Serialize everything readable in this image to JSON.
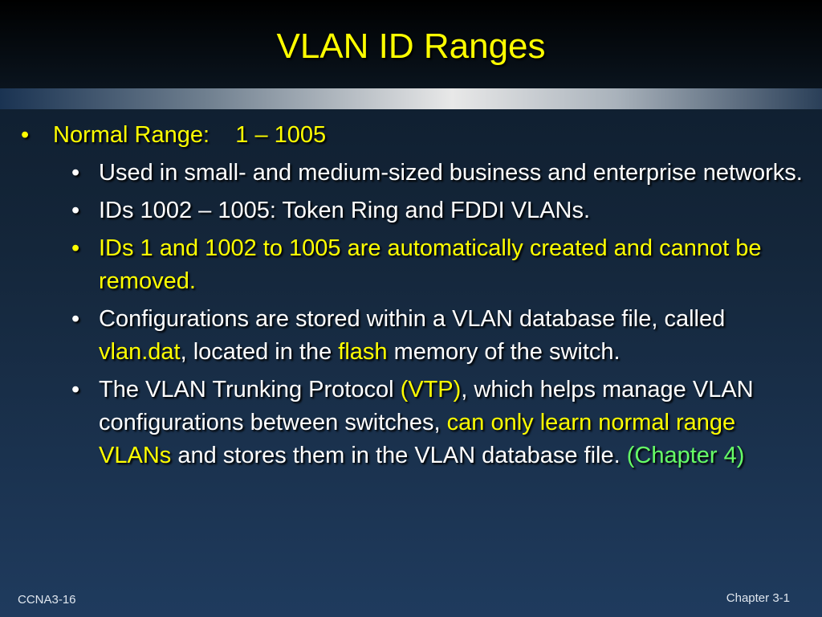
{
  "slide": {
    "title": "VLAN ID Ranges",
    "footer_left": "CCNA3-16",
    "footer_right": "Chapter 3-1",
    "bullet_char": "•"
  },
  "content": {
    "main_bullet": {
      "label": "Normal Range:",
      "range": "1  –  1005"
    },
    "sub_bullets": [
      {
        "parts": [
          "Used in small- and medium-sized business and enterprise networks."
        ]
      },
      {
        "parts": [
          "IDs 1002 – 1005:  Token Ring and FDDI VLANs."
        ]
      },
      {
        "parts": [
          "IDs 1 and 1002 to 1005 are automatically created and cannot be removed."
        ]
      },
      {
        "parts": [
          "Configurations are stored within a VLAN database file, called ",
          "vlan.dat",
          ", located in the ",
          "flash",
          " memory of the switch."
        ]
      },
      {
        "parts": [
          "The VLAN Trunking Protocol ",
          "(VTP)",
          ", which helps manage VLAN configurations between switches, ",
          "can only learn normal range VLANs",
          " and stores them in the VLAN database file. ",
          "(Chapter 4)"
        ]
      }
    ]
  },
  "colors": {
    "highlight": "#ffff00",
    "reference": "#66ff66",
    "text": "#ffffff"
  }
}
